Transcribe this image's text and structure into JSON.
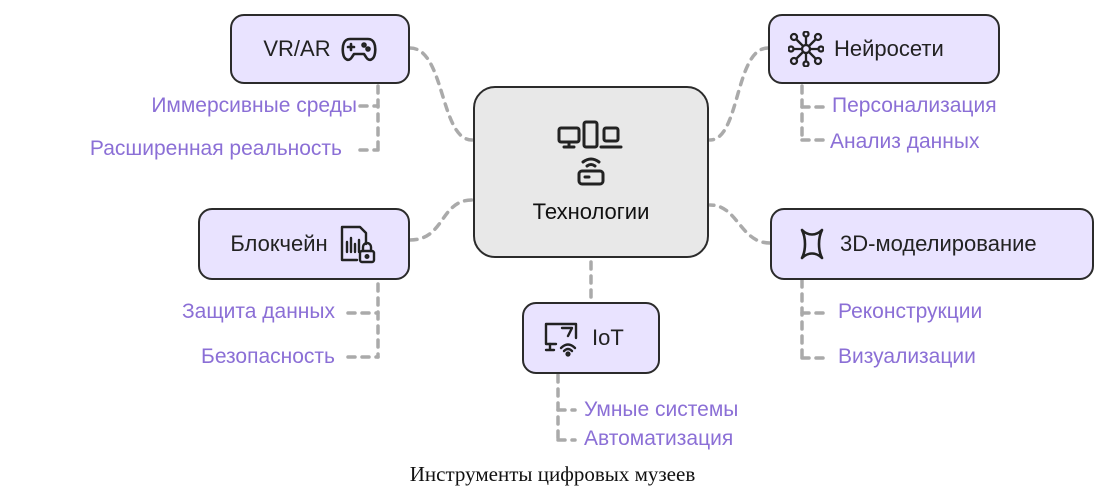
{
  "center": {
    "label": "Технологии",
    "icon": "devices-router-icon"
  },
  "nodes": {
    "vrar": {
      "label": "VR/AR",
      "icon": "gamepad-icon",
      "items": [
        "Иммерсивные среды",
        "Расширенная реальность"
      ]
    },
    "neuro": {
      "label": "Нейросети",
      "icon": "neural-network-icon",
      "items": [
        "Персонализация",
        "Анализ данных"
      ]
    },
    "blockchain": {
      "label": "Блокчейн",
      "icon": "secure-document-icon",
      "items": [
        "Защита данных",
        "Безопасность"
      ]
    },
    "model3d": {
      "label": "3D-моделирование",
      "icon": "3d-shape-icon",
      "items": [
        "Реконструкции",
        "Визуализации"
      ]
    },
    "iot": {
      "label": "IoT",
      "icon": "iot-device-icon",
      "items": [
        "Умные системы",
        "Автоматизация"
      ]
    }
  },
  "caption": "Инструменты цифровых музеев",
  "colors": {
    "node_fill": "#e9e3ff",
    "center_fill": "#e8e8e8",
    "border": "#2b2b2b",
    "leaf_text": "#8b6fd6",
    "connector": "#aaaaaa"
  }
}
